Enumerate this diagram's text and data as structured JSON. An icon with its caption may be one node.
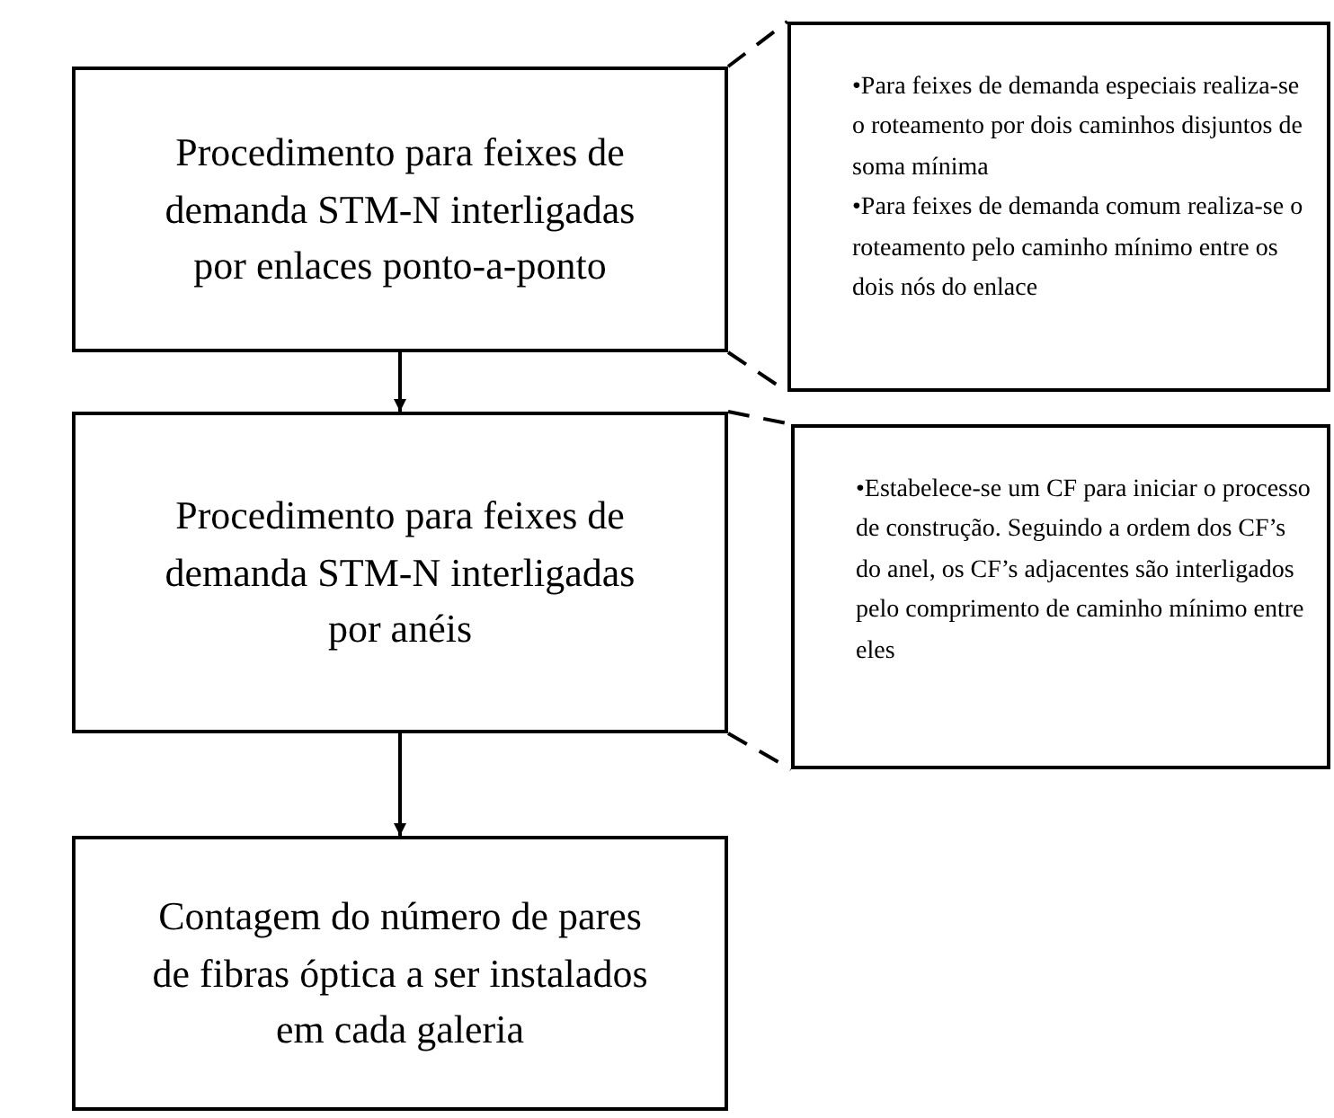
{
  "diagram": {
    "nodes": [
      {
        "text": [
          "Procedimento para feixes de demanda STM-N interligadas por enlaces ponto-a-ponto"
        ]
      },
      {
        "text": [
          "•Para feixes de demanda especiais realiza-se o roteamento por dois caminhos disjuntos de soma mínima",
          "•Para feixes de demanda comum realiza-se o roteamento pelo caminho mínimo entre os dois nós do enlace"
        ]
      },
      {
        "text": [
          "Procedimento para feixes de demanda STM-N interligadas por anéis"
        ]
      },
      {
        "text": [
          "•Estabelece-se um CF para iniciar o processo de construção. Seguindo a ordem dos CF’s do anel, os CF’s adjacentes são interligados pelo comprimento de caminho mínimo entre eles"
        ]
      },
      {
        "text": [
          "Contagem do número de pares de fibras óptica a ser instalados em cada galeria"
        ]
      }
    ],
    "edges": [
      {
        "from": 0,
        "to": 2,
        "arrow": "to"
      },
      {
        "from": 2,
        "to": 4,
        "arrow": "to"
      },
      {
        "from": 0,
        "to": 1,
        "arrow": "none",
        "style": "dashed"
      },
      {
        "from": 0,
        "to": 1,
        "arrow": "none",
        "style": "dashed"
      },
      {
        "from": 2,
        "to": 3,
        "arrow": "none",
        "style": "dashed"
      },
      {
        "from": 2,
        "to": 3,
        "arrow": "none",
        "style": "dashed"
      }
    ]
  }
}
